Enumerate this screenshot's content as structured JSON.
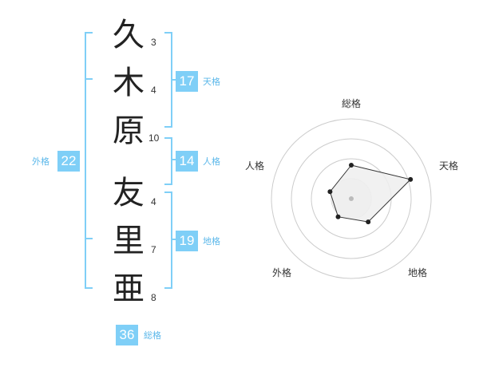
{
  "surname": [
    {
      "char": "久",
      "strokes": "3"
    },
    {
      "char": "木",
      "strokes": "4"
    },
    {
      "char": "原",
      "strokes": "10"
    }
  ],
  "given": [
    {
      "char": "友",
      "strokes": "4"
    },
    {
      "char": "里",
      "strokes": "7"
    },
    {
      "char": "亜",
      "strokes": "8"
    }
  ],
  "scores": {
    "tenkaku": {
      "value": "17",
      "label": "天格"
    },
    "jinkaku": {
      "value": "14",
      "label": "人格"
    },
    "chikaku": {
      "value": "19",
      "label": "地格"
    },
    "gaikaku": {
      "value": "22",
      "label": "外格"
    },
    "soukaku": {
      "value": "36",
      "label": "総格"
    }
  },
  "radar": {
    "axes": [
      "総格",
      "天格",
      "地格",
      "外格",
      "人格"
    ],
    "levels": [
      0.42,
      0.78,
      0.36,
      0.28,
      0.28
    ],
    "ring_count": 4,
    "colors": {
      "ring": "#cccccc",
      "fill": "#eeeeee",
      "line": "#333333",
      "point": "#222222",
      "center": "#bbbbbb"
    }
  },
  "colors": {
    "accent": "#7fcff7",
    "label": "#5cb8ea"
  }
}
